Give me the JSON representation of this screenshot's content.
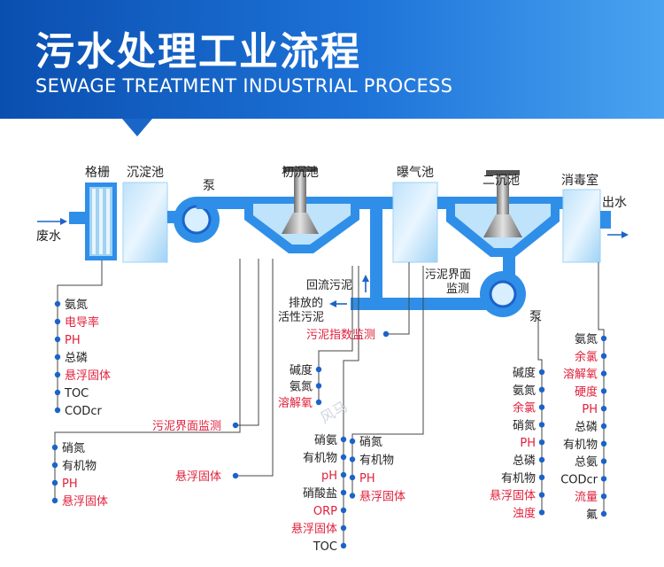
{
  "header": {
    "title_zh": "污水处理工业流程",
    "title_en": "SEWAGE TREATMENT INDUSTRIAL PROCESS"
  },
  "colors": {
    "pipe": "#2f8fe8",
    "red": "#e0203a",
    "dark": "#222222",
    "dot": "#1b63c9"
  },
  "stages": {
    "grille": "格栅",
    "settling": "沉淀池",
    "pump1": "泵",
    "primary": "初沉池",
    "aeration": "曝气池",
    "secondary": "二沉池",
    "disinfect": "消毒室",
    "inflow": "废水",
    "outflow": "出水",
    "pump2": "泵",
    "return_sludge": "回流污泥",
    "discharged_1": "排放的",
    "discharged_2": "活性污泥",
    "sludge_iface_1": "污泥界面",
    "sludge_iface_2": "监测"
  },
  "items": {
    "list1": [
      {
        "text": "氨氮",
        "red": false
      },
      {
        "text": "电导率",
        "red": true
      },
      {
        "text": "PH",
        "red": true
      },
      {
        "text": "总磷",
        "red": false
      },
      {
        "text": "悬浮固体",
        "red": true
      },
      {
        "text": "TOC",
        "red": false
      },
      {
        "text": "CODcr",
        "red": false
      }
    ],
    "list2": [
      {
        "text": "硝氮",
        "red": false
      },
      {
        "text": "有机物",
        "red": false
      },
      {
        "text": "PH",
        "red": true
      },
      {
        "text": "悬浮固体",
        "red": true
      }
    ],
    "list3": [
      {
        "text": "碱度",
        "red": false
      },
      {
        "text": "氨氮",
        "red": false
      },
      {
        "text": "溶解氧",
        "red": true
      }
    ],
    "list4": [
      {
        "text": "硝氨",
        "red": false
      },
      {
        "text": "有机物",
        "red": false
      },
      {
        "text": "pH",
        "red": true
      },
      {
        "text": "硝酸盐",
        "red": false
      },
      {
        "text": "ORP",
        "red": true
      },
      {
        "text": "悬浮固体",
        "red": true
      },
      {
        "text": "TOC",
        "red": false
      }
    ],
    "list5": [
      {
        "text": "硝氮",
        "red": false
      },
      {
        "text": "有机物",
        "red": false
      },
      {
        "text": "PH",
        "red": true
      },
      {
        "text": "悬浮固体",
        "red": true
      }
    ],
    "list6": [
      {
        "text": "碱度",
        "red": false
      },
      {
        "text": "氨氮",
        "red": false
      },
      {
        "text": "余氯",
        "red": true
      },
      {
        "text": "硝氮",
        "red": false
      },
      {
        "text": "PH",
        "red": true
      },
      {
        "text": "总磷",
        "red": false
      },
      {
        "text": "有机物",
        "red": false
      },
      {
        "text": "悬浮固体",
        "red": true
      },
      {
        "text": "浊度",
        "red": true
      }
    ],
    "list7": [
      {
        "text": "氨氮",
        "red": false
      },
      {
        "text": "余氯",
        "red": true
      },
      {
        "text": "溶解氧",
        "red": true
      },
      {
        "text": "硬度",
        "red": true
      },
      {
        "text": "PH",
        "red": true
      },
      {
        "text": "总磷",
        "red": false
      },
      {
        "text": "有机物",
        "red": false
      },
      {
        "text": "总氨",
        "red": false
      },
      {
        "text": "CODcr",
        "red": false
      },
      {
        "text": "流量",
        "red": true
      },
      {
        "text": "氟",
        "red": false
      }
    ],
    "single": {
      "sludge_index": "污泥指数监测",
      "sludge_interface": "污泥界面监测",
      "suspended_solids": "悬浮固体"
    }
  },
  "watermark": "风马"
}
